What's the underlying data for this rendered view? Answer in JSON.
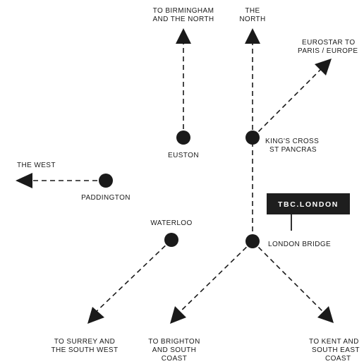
{
  "brand": {
    "label": "TBC.LONDON"
  },
  "stations": {
    "euston": "EUSTON",
    "kings_cross_line1": "KING'S CROSS",
    "kings_cross_line2": "ST PANCRAS",
    "paddington": "PADDINGTON",
    "waterloo": "WATERLOO",
    "london_bridge": "LONDON BRIDGE"
  },
  "destinations": {
    "birmingham_line1": "TO BIRMINGHAM",
    "birmingham_line2": "AND THE NORTH",
    "north_line1": "THE",
    "north_line2": "NORTH",
    "eurostar_line1": "EUROSTAR TO",
    "eurostar_line2": "PARIS / EUROPE",
    "west": "THE WEST",
    "surrey_line1": "TO SURREY AND",
    "surrey_line2": "THE SOUTH WEST",
    "brighton_line1": "TO BRIGHTON",
    "brighton_line2": "AND SOUTH",
    "brighton_line3": "COAST",
    "kent_line1": "TO KENT AND",
    "kent_line2": "SOUTH EAST",
    "kent_line3": "COAST"
  },
  "colors": {
    "ink": "#1a1a1a",
    "brand_box": "#1e1e1e",
    "brand_text": "#ffffff"
  }
}
